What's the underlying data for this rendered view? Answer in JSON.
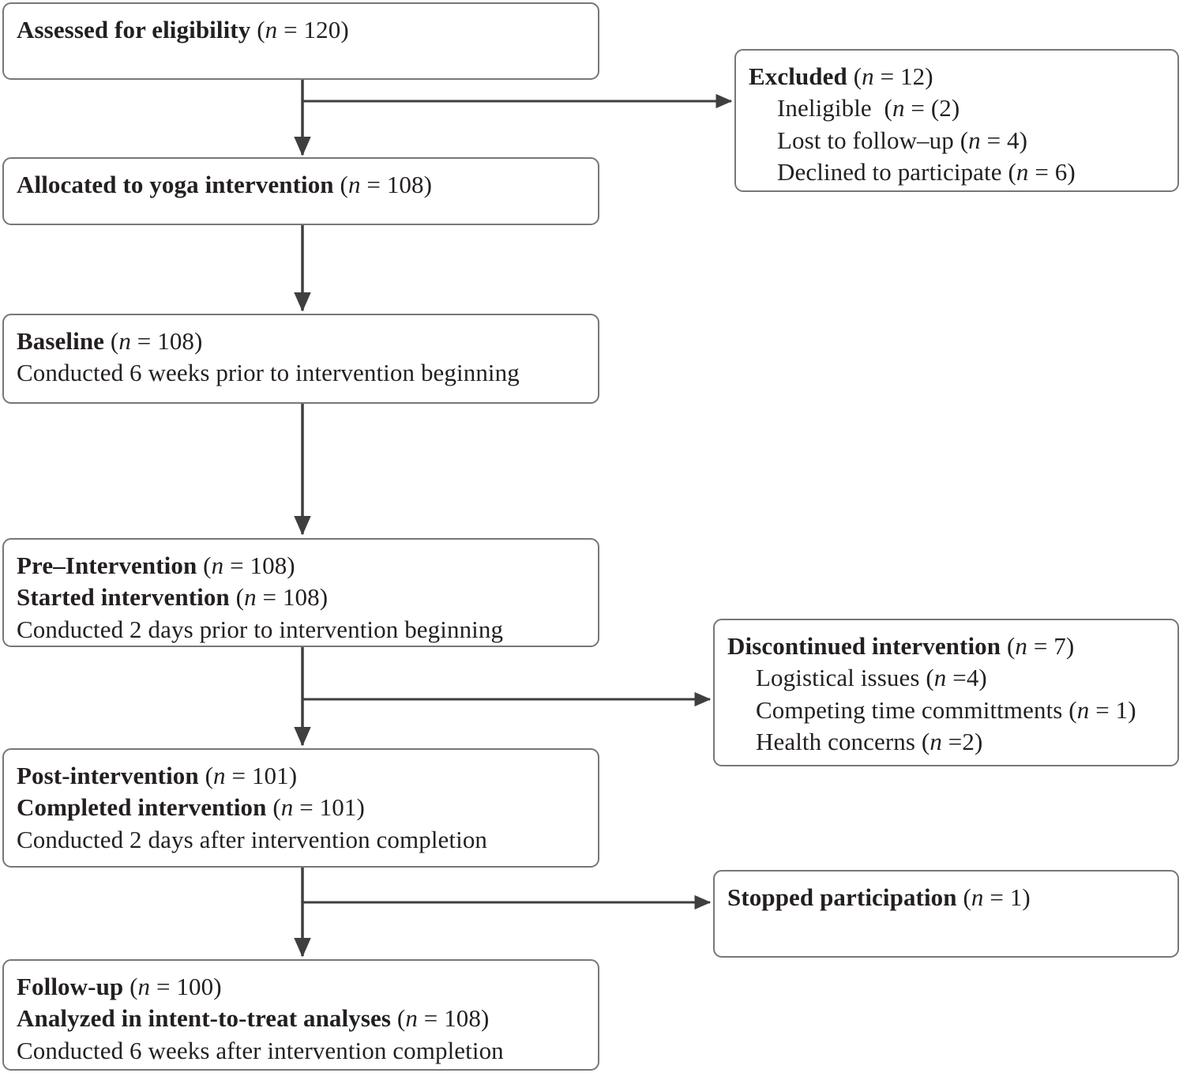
{
  "diagram": {
    "type": "consort-flow-diagram",
    "title": "CONSORT participant flow",
    "colors": {
      "box_border": "#75787b",
      "connector": "#3f3f3f",
      "text": "#231f20",
      "background": "#ffffff"
    }
  },
  "nodes": {
    "assessed": {
      "id": "assessed-for-eligibility",
      "lines": [
        {
          "bold": true,
          "indent": false,
          "label": "Assessed for eligibility ",
          "paren": "(",
          "n": "n",
          "value": " = 120)"
        }
      ]
    },
    "excluded": {
      "id": "excluded",
      "lines": [
        {
          "bold": true,
          "indent": false,
          "label": "Excluded ",
          "paren": "(",
          "n": "n",
          "value": " = 12)"
        },
        {
          "bold": false,
          "indent": true,
          "label": "Ineligible  ",
          "paren": "(",
          "n": "n",
          "value": " = (2)"
        },
        {
          "bold": false,
          "indent": true,
          "label": "Lost to follow–up ",
          "paren": "(",
          "n": "n",
          "value": " = 4)"
        },
        {
          "bold": false,
          "indent": true,
          "label": "Declined to participate ",
          "paren": "(",
          "n": "n",
          "value": " = 6)"
        }
      ]
    },
    "allocated": {
      "id": "allocated-to-yoga-intervention",
      "lines": [
        {
          "bold": true,
          "indent": false,
          "label": "Allocated to yoga intervention ",
          "paren": "(",
          "n": "n",
          "value": " = 108)"
        }
      ]
    },
    "baseline": {
      "id": "baseline",
      "lines": [
        {
          "bold": true,
          "indent": false,
          "label": "Baseline ",
          "paren": "(",
          "n": "n",
          "value": " = 108)"
        },
        {
          "bold": false,
          "indent": false,
          "label": "Conducted 6 weeks prior to intervention beginning",
          "paren": "",
          "n": "",
          "value": ""
        }
      ]
    },
    "pre_intervention": {
      "id": "pre-intervention",
      "lines": [
        {
          "bold": true,
          "indent": false,
          "label": "Pre–Intervention ",
          "paren": "(",
          "n": "n",
          "value": " = 108)"
        },
        {
          "bold": true,
          "indent": false,
          "label": "Started intervention ",
          "paren": "(",
          "n": "n",
          "value": " = 108)"
        },
        {
          "bold": false,
          "indent": false,
          "label": "Conducted 2 days prior to intervention beginning",
          "paren": "",
          "n": "",
          "value": ""
        }
      ]
    },
    "discontinued": {
      "id": "discontinued-intervention",
      "lines": [
        {
          "bold": true,
          "indent": false,
          "label": "Discontinued intervention ",
          "paren": "(",
          "n": "n",
          "value": " = 7)"
        },
        {
          "bold": false,
          "indent": true,
          "label": "Logistical issues ",
          "paren": "(",
          "n": "n",
          "value": " =4)"
        },
        {
          "bold": false,
          "indent": true,
          "label": "Competing time committments ",
          "paren": "(",
          "n": "n",
          "value": " = 1)"
        },
        {
          "bold": false,
          "indent": true,
          "label": "Health concerns ",
          "paren": "(",
          "n": "n",
          "value": " =2)"
        }
      ]
    },
    "post_intervention": {
      "id": "post-intervention",
      "lines": [
        {
          "bold": true,
          "indent": false,
          "label": "Post-intervention ",
          "paren": "(",
          "n": "n",
          "value": " = 101)"
        },
        {
          "bold": true,
          "indent": false,
          "label": "Completed intervention ",
          "paren": "(",
          "n": "n",
          "value": " = 101)"
        },
        {
          "bold": false,
          "indent": false,
          "label": "Conducted 2 days after intervention completion",
          "paren": "",
          "n": "",
          "value": ""
        }
      ]
    },
    "stopped": {
      "id": "stopped-participation",
      "lines": [
        {
          "bold": true,
          "indent": false,
          "label": "Stopped participation ",
          "paren": "(",
          "n": "n",
          "value": " = 1)"
        }
      ]
    },
    "follow_up": {
      "id": "follow-up",
      "lines": [
        {
          "bold": true,
          "indent": false,
          "label": "Follow-up ",
          "paren": "(",
          "n": "n",
          "value": " = 100)"
        },
        {
          "bold": true,
          "indent": false,
          "label": "Analyzed in intent-to-treat analyses ",
          "paren": "(",
          "n": "n",
          "value": " = 108)"
        },
        {
          "bold": false,
          "indent": false,
          "label": "Conducted 6 weeks after intervention completion",
          "paren": "",
          "n": "",
          "value": ""
        }
      ]
    }
  },
  "flow_counts": {
    "assessed": 120,
    "excluded_total": 12,
    "excluded_ineligible": 2,
    "excluded_lost_to_follow_up": 4,
    "excluded_declined": 6,
    "allocated": 108,
    "baseline": 108,
    "pre_intervention": 108,
    "started_intervention": 108,
    "discontinued_total": 7,
    "discontinued_logistical": 4,
    "discontinued_competing_time": 1,
    "discontinued_health": 2,
    "post_intervention": 101,
    "completed_intervention": 101,
    "stopped_participation": 1,
    "follow_up": 100,
    "analyzed_itt": 108
  }
}
